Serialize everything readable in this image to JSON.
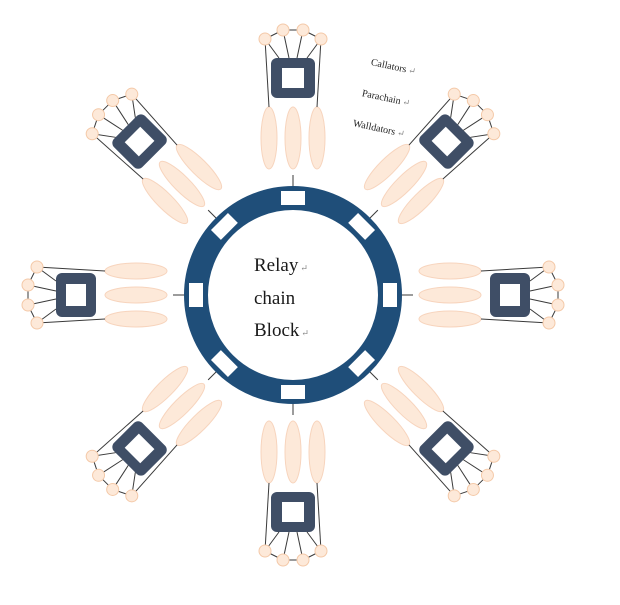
{
  "center": {
    "lines": [
      "Relay",
      "chain",
      "Block"
    ],
    "return_mark": "↵"
  },
  "legend": {
    "items": [
      "Callators",
      "Parachain",
      "Walldators"
    ],
    "return_mark": "↵"
  },
  "colors": {
    "ring": "#1f4e79",
    "parachain_block": "#3f4e66",
    "validator_fill": "#fde9d9",
    "validator_stroke": "#f7d4bd",
    "collator_fill": "#fde9d9",
    "collator_stroke": "#f4c9a8",
    "connector": "#3a3a3a"
  },
  "parachain_count": 8,
  "ring_slot_count": 8
}
